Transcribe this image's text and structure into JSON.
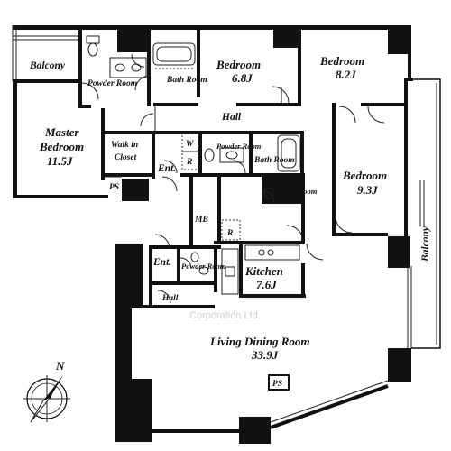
{
  "rooms": {
    "balcony_nw": "Balcony",
    "powder_room_top": "Powder Room",
    "bath_room_top": "Bath Room",
    "bedroom_1": {
      "name": "Bedroom",
      "size": "6.8J"
    },
    "bedroom_2": {
      "name": "Bedroom",
      "size": "8.2J"
    },
    "master_bedroom": {
      "name_line1": "Master",
      "name_line2": "Bedroom",
      "size": "11.5J"
    },
    "hall_top": "Hall",
    "walk_in_closet": {
      "line1": "Walk in",
      "line2": "Closet"
    },
    "w_mark": "W",
    "r_mark_upper": "R",
    "powder_room_center": "Powder Room",
    "bath_room_center": "Bath Room",
    "powder_room_right": "Powder Room",
    "bedroom_3": {
      "name": "Bedroom",
      "size": "9.3J"
    },
    "entrance_upper": "Ent.",
    "ps_upper": "PS",
    "balcony_east": "Balcony",
    "mb": "MB",
    "r_mark_lower": "R",
    "entrance_lower": "Ent.",
    "powder_room_lower": "Powder Room",
    "kitchen": {
      "name": "Kitchen",
      "size": "7.6J"
    },
    "shoe_closet": "S.Clo.",
    "hall_lower": "Hall",
    "living_dining": {
      "name": "Living Dining Room",
      "size": "33.9J"
    },
    "ps_lower": "PS"
  },
  "compass": {
    "north_label": "N"
  },
  "watermark": "Corporation Ltd."
}
